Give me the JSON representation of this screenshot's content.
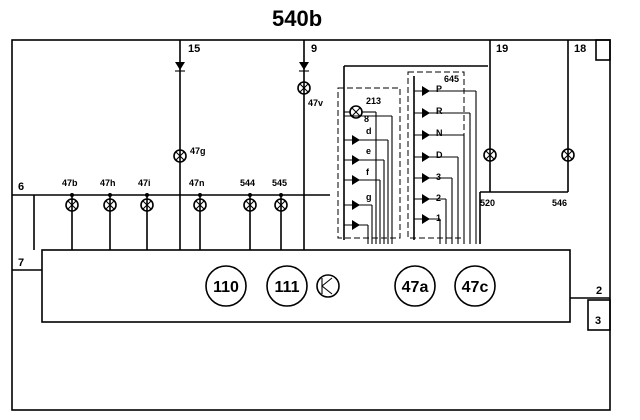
{
  "title": "540b",
  "terminals": {
    "t15": "15",
    "t9": "9",
    "t19": "19",
    "t18": "18",
    "t6": "6",
    "t7": "7",
    "t2": "2",
    "t3": "3"
  },
  "lamps": {
    "l47b": "47b",
    "l47h": "47h",
    "l47i": "47i",
    "l47n": "47n",
    "l544": "544",
    "l545": "545",
    "l47g": "47g",
    "l47v": "47v",
    "l213": "213",
    "l520": "520",
    "l546": "546"
  },
  "leds_left": [
    "8",
    "d",
    "e",
    "f",
    "g"
  ],
  "leds_right": [
    "P",
    "R",
    "N",
    "D",
    "3",
    "2",
    "1"
  ],
  "led_group_right": "645",
  "modules": {
    "m110": "110",
    "m111": "111",
    "m47a": "47a",
    "m47c": "47c"
  }
}
